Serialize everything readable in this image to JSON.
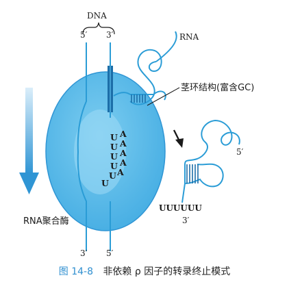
{
  "labels": {
    "dna": "DNA",
    "top_left_end": "5′",
    "top_right_end": "3′",
    "bottom_left_end": "3′",
    "bottom_right_end": "5′",
    "rna": "RNA",
    "stem_loop": "茎环结构(富含GC)",
    "polymerase": "RNA聚合酶",
    "released_end": "5′",
    "released_tail": "UUUUUU",
    "released_3end": "3′"
  },
  "u_bases": [
    "U",
    "U",
    "U",
    "U",
    "U",
    "U"
  ],
  "a_bases": [
    "A",
    "A",
    "A",
    "A",
    "A"
  ],
  "caption": {
    "number": "图 14-8",
    "text": "非依赖 ρ 因子的转录终止模式"
  },
  "colors": {
    "enzyme": "#5cbde9",
    "enzyme_dark": "#3a9fd6",
    "strand": "#2a9cd6",
    "hybrid": "#1c6ea8",
    "arrow": "#1a1a1a",
    "caption_number": "#2f8fd0"
  },
  "icons": {
    "movement_arrow": "gradient-down-arrow",
    "release_arrow": "black-arrow"
  }
}
